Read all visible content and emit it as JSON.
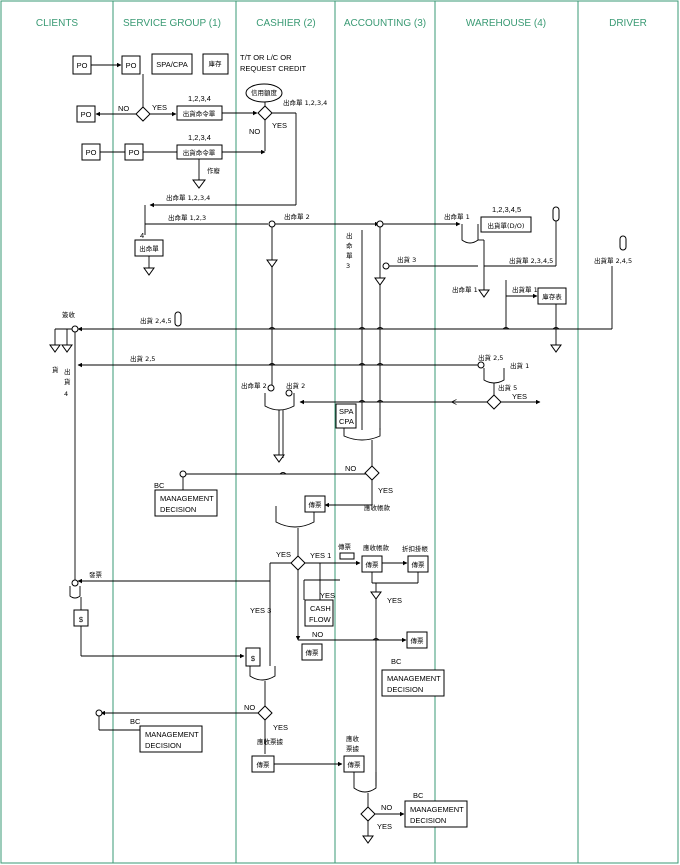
{
  "lanes": [
    "CLIENTS",
    "SERVICE GROUP (1)",
    "CASHIER (2)",
    "ACCOUNTING (3)",
    "WAREHOUSE (4)",
    "DRIVER"
  ],
  "colors": {
    "lane": "#3a9a74",
    "line": "#000000"
  },
  "labels": {
    "po": "PO",
    "spa_cpa": "SPA/CPA",
    "stock": "庫存",
    "tt_lc": "T/T OR L/C OR",
    "request_credit": "REQUEST CREDIT",
    "credit_limit": "信用額度",
    "yes": "YES",
    "no": "NO",
    "n1234": "1,2,3,4",
    "order_slip": "出貨命令單",
    "order_slip_1234": "出命單 1,2,3,4",
    "void": "作廢",
    "order_1234": "出命單 1,2,3,4",
    "order_123": "出命單 1,2,3",
    "order_2": "出命單 2",
    "order_1": "出命單 1",
    "n4": "4",
    "order_short": "出命單",
    "do_nums": "1,2,3,4,5",
    "do_box": "出貨單(D/O)",
    "vert_order_3": [
      "出",
      "命",
      "單",
      "3"
    ],
    "ship_3": "出貨 3",
    "ship_2345": "出貨單 2,3,4,5",
    "ship_245_driver": "出貨單 2,4,5",
    "ship_1": "出貨單 1",
    "stock_sheet": "庫存表",
    "sign": "簽收",
    "ship_245": "出貨 2,4,5",
    "vert_ship": [
      "出",
      "貨",
      "4"
    ],
    "vert_ship_prefix": "貨",
    "ship_25": "出貨 2,5",
    "ship_25b": "出貨 2,5",
    "ship_1b": "出貨 1",
    "ship_5": "出貨 5",
    "order_2b": "出命單 2",
    "ship_2": "出貨 2",
    "spa": "SPA",
    "cpa": "CPA",
    "bc": "BC",
    "mgmt": "MANAGEMENT",
    "decision": "DECISION",
    "voucher": "傳票",
    "receivable_credit": "應收帳款",
    "yes1": "YES 1",
    "yes3": "YES 3",
    "receivable_ar": "應收帳款",
    "disc_charge": "折扣掛帳",
    "cash_flow_a": "CASH",
    "cash_flow_b": "FLOW",
    "invoice": "發票",
    "dollar": "$",
    "receivable_note": "應收票據",
    "receivable_short": "應收",
    "receipt_note": "票據"
  }
}
